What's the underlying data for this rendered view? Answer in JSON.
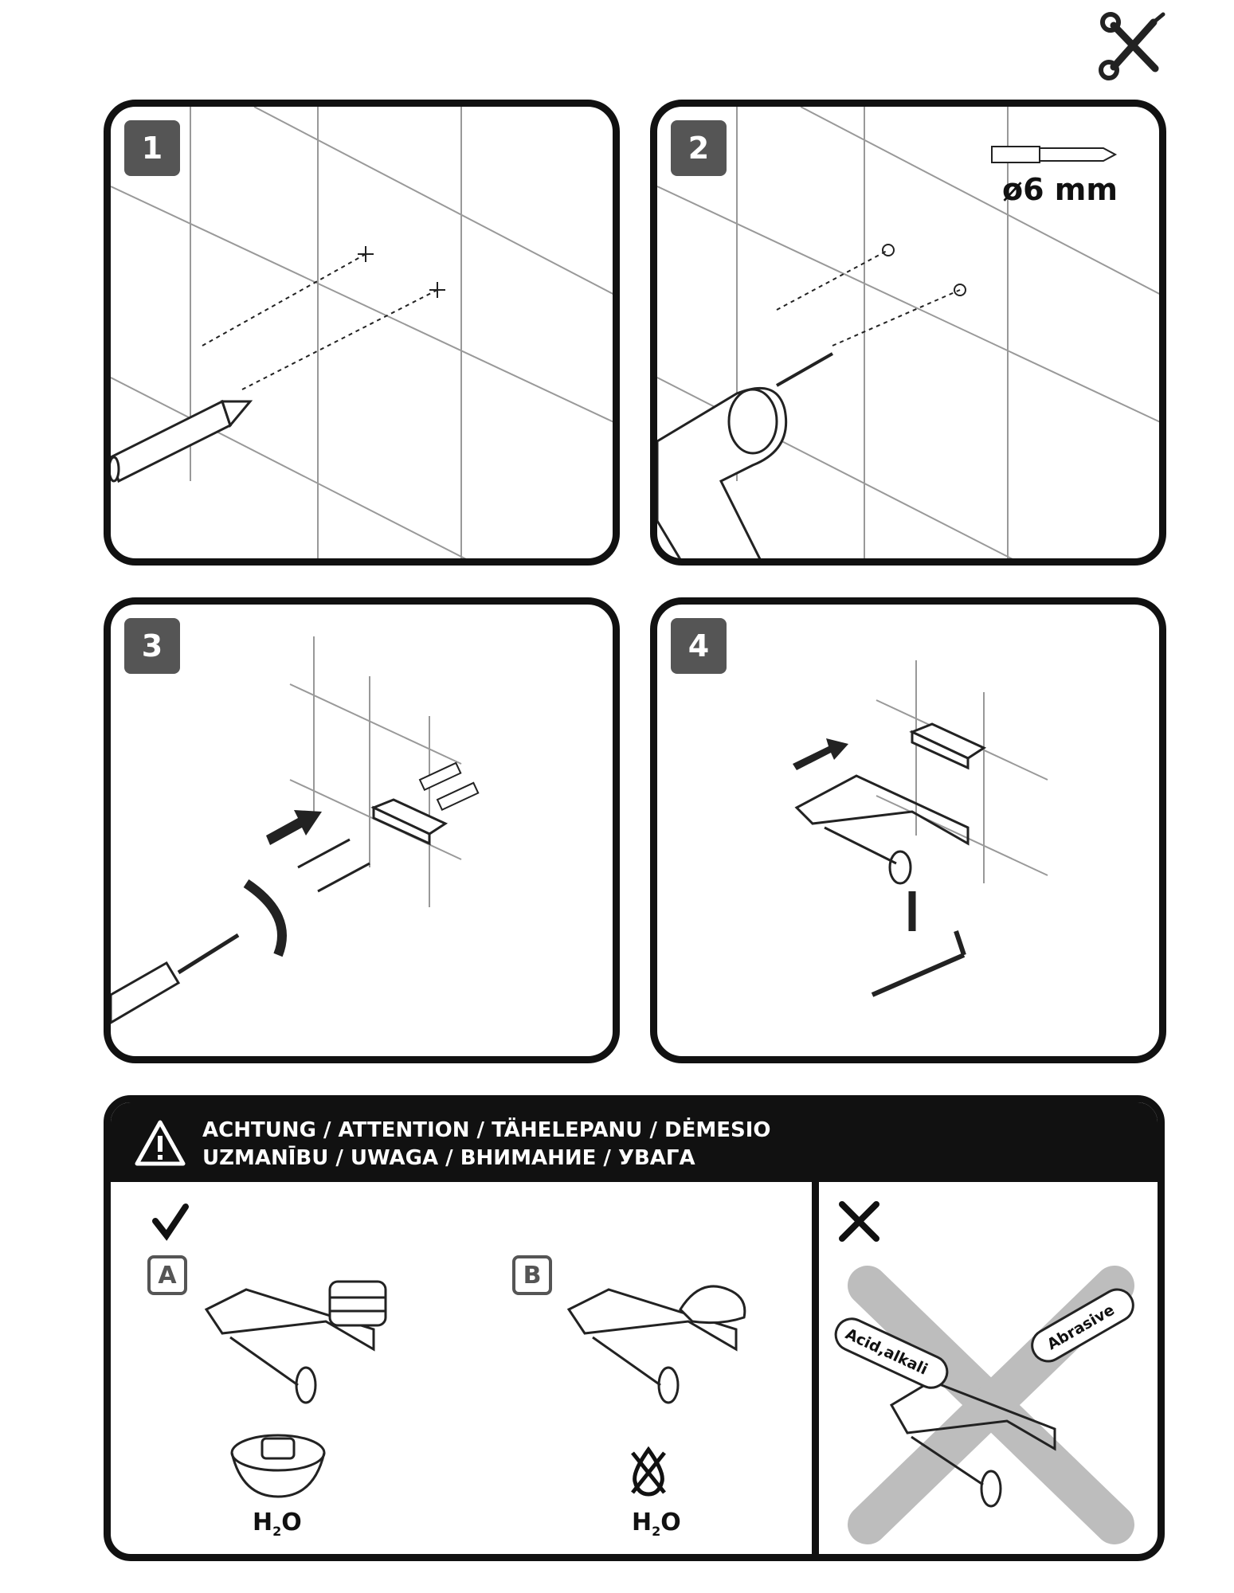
{
  "header": {
    "tools_icon": "wrench-screwdriver-icon"
  },
  "steps": [
    {
      "number": "1",
      "action_icon": "pencil-icon"
    },
    {
      "number": "2",
      "action_icon": "drill-icon",
      "drill_bit_size": "ø6 mm"
    },
    {
      "number": "3",
      "action_icon": "screwdriver-icon"
    },
    {
      "number": "4",
      "action_icon": "allen-key-icon"
    }
  ],
  "warning": {
    "icon": "warning-triangle-icon",
    "line1": "ACHTUNG / ATTENTION / TÄHELEPANU / DĖMESIO",
    "line2": "UZMANĪBU / UWAGA / ВНИМАНИЕ / УВАГА",
    "allowed": {
      "icon": "check-icon",
      "option_a": {
        "label": "A",
        "water": {
          "main": "H",
          "sub": "2",
          "tail": "O"
        }
      },
      "option_b": {
        "label": "B",
        "water": {
          "main": "H",
          "sub": "2",
          "tail": "O"
        }
      }
    },
    "forbidden": {
      "icon": "cross-icon",
      "acid_tube": "Acid,alkali",
      "abrasive_tube": "Abrasive"
    }
  },
  "colors": {
    "ink": "#111111",
    "badge": "#555555",
    "forbidden_cross": "#bdbdbd"
  }
}
